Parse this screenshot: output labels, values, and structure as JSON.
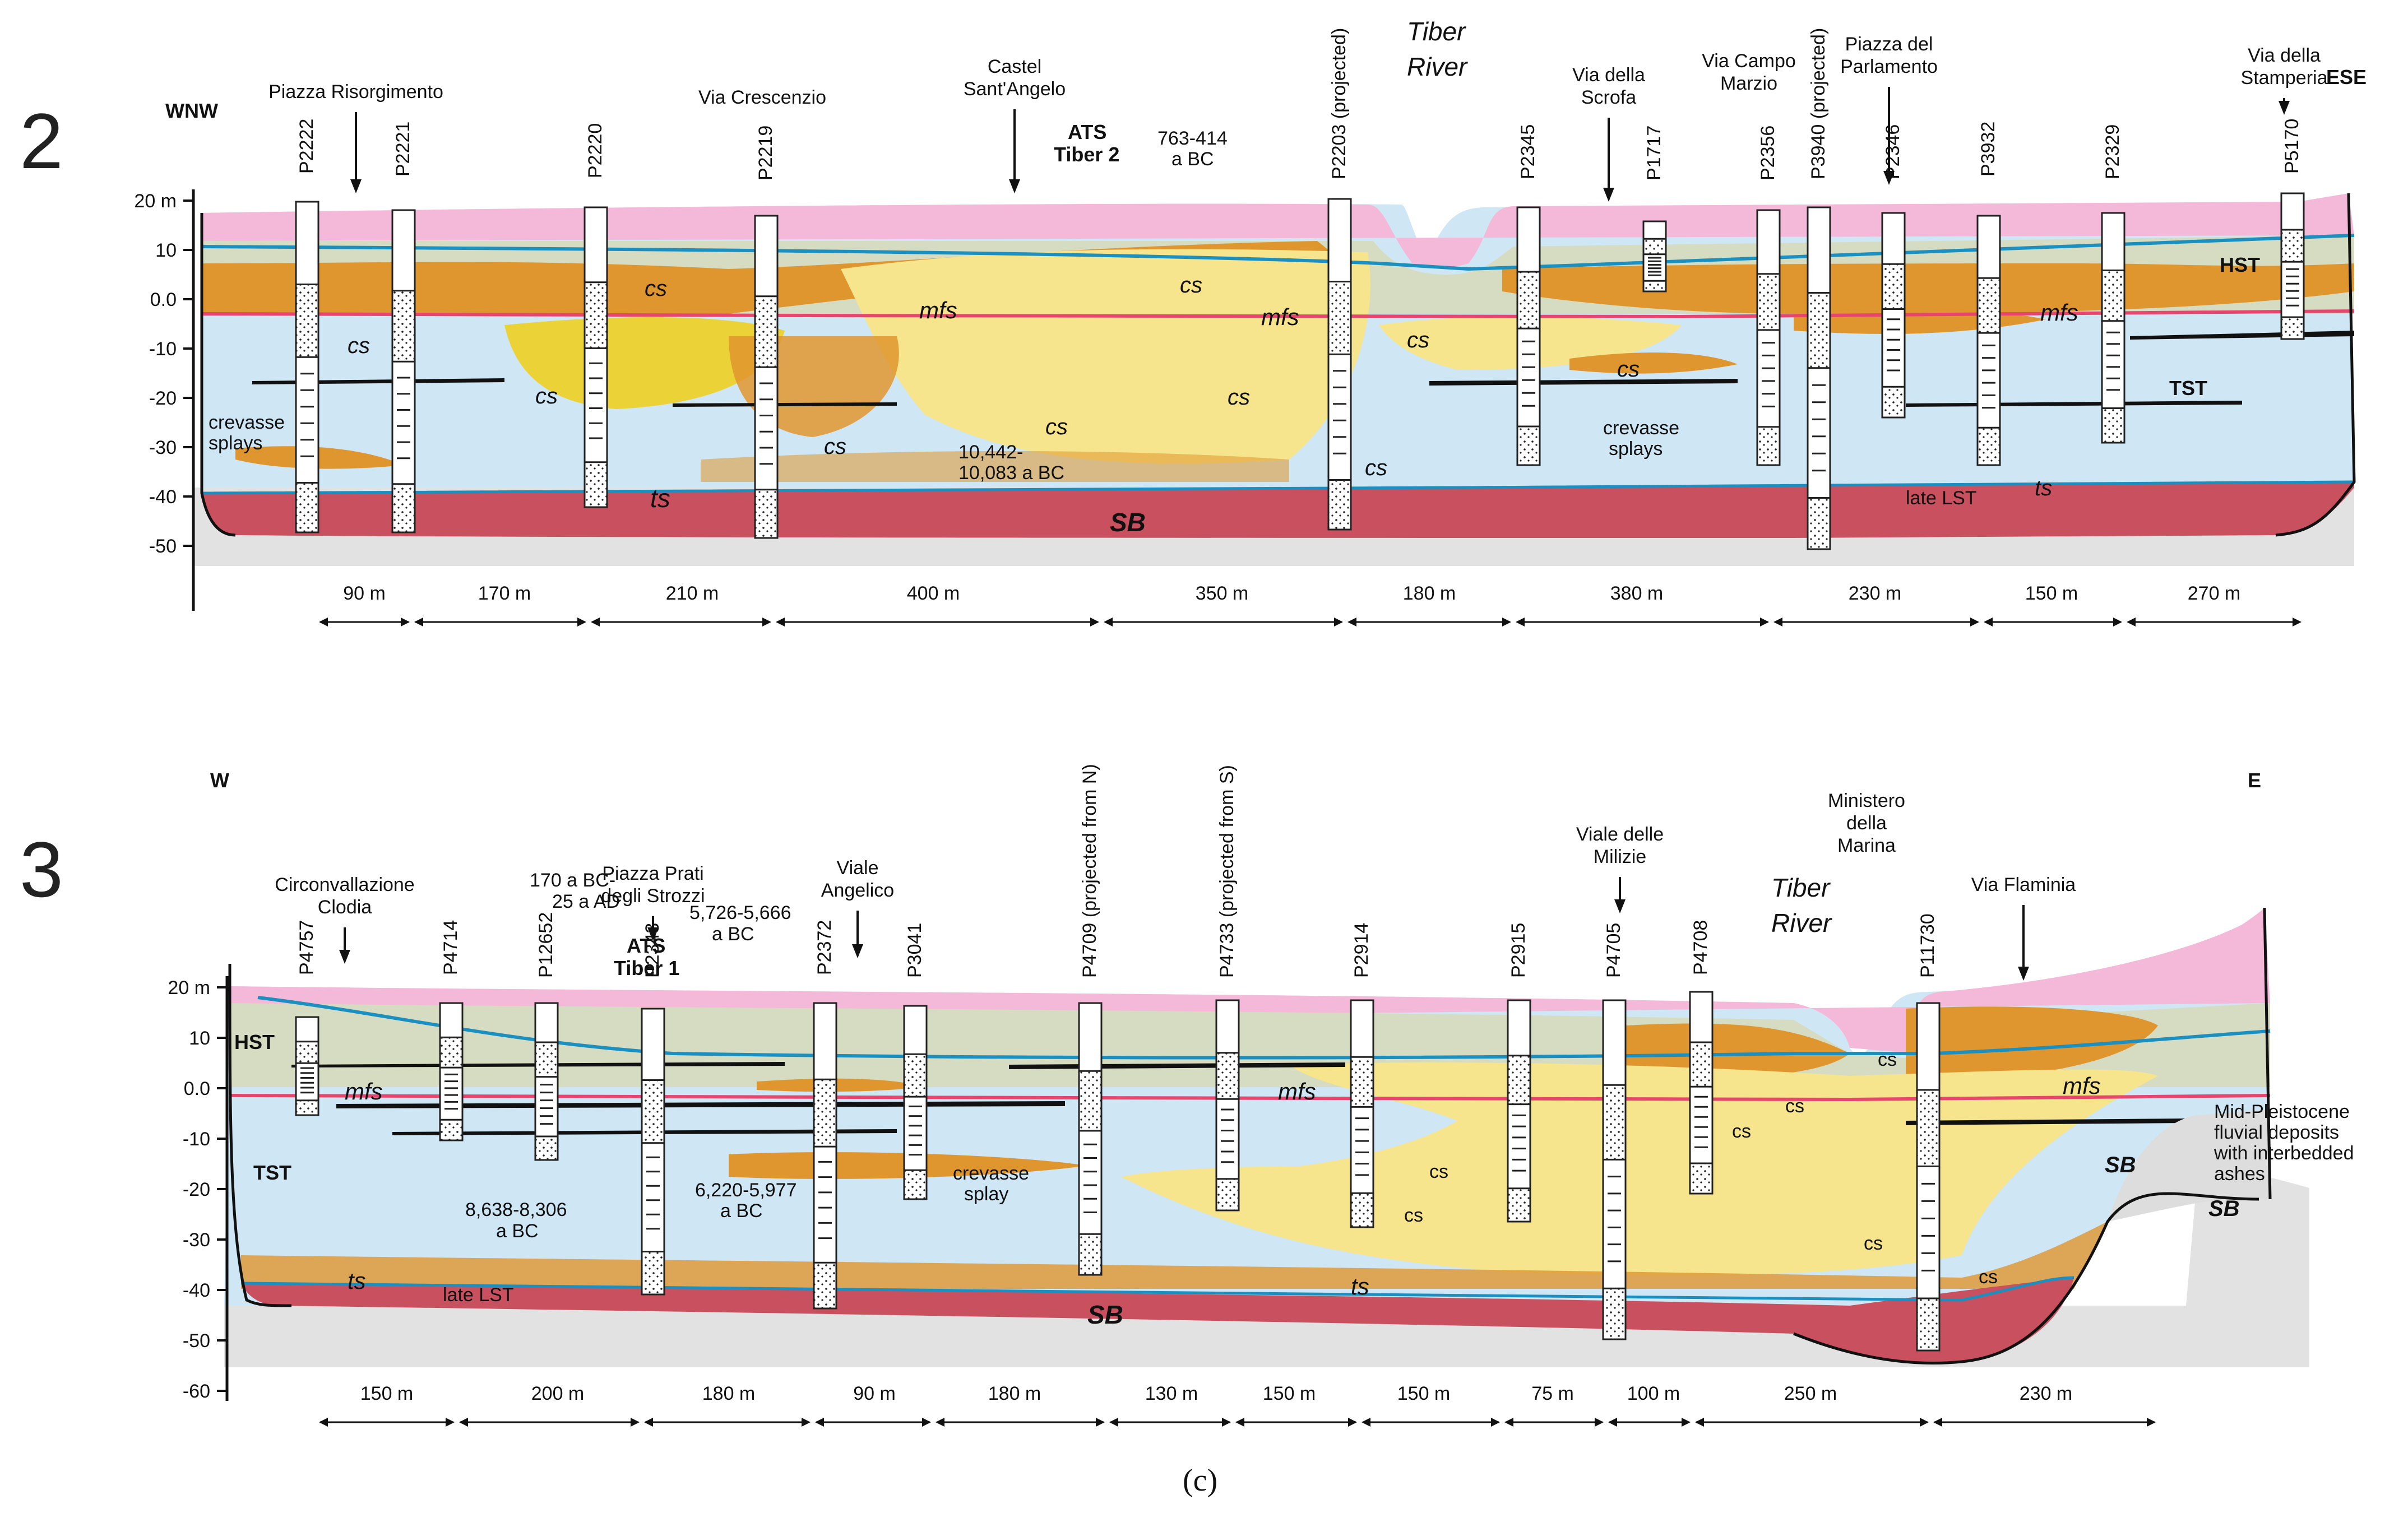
{
  "colors": {
    "pink": "#f4b8d8",
    "green": "#d6dcc2",
    "blue": "#cfe6f4",
    "orange": "#e0962e",
    "yellow": "#f6e58c",
    "yellow2": "#ead237",
    "red": "#c9505e",
    "gray": "#e2e2e2",
    "lineBlue": "#1a8fc0",
    "mfsLine": "#e8456e",
    "black": "#111111"
  },
  "caption": "(c)",
  "sections": [
    {
      "number": "2",
      "dirLeft": "WNW",
      "dirRight": "ESE",
      "depthLabels": [
        "20 m",
        "10",
        "0.0",
        "-10",
        "-20",
        "-30",
        "-40",
        "-50"
      ],
      "placeLabels": [
        {
          "lines": [
            "Piazza Risorgimento"
          ],
          "arrow": true
        },
        {
          "lines": [
            "Via Crescenzio"
          ],
          "arrow": false
        },
        {
          "lines": [
            "Castel",
            "Sant'Angelo"
          ],
          "arrow": true
        },
        {
          "lines": [
            "Via della",
            "Scrofa"
          ],
          "arrow": true
        },
        {
          "lines": [
            "Via Campo",
            "Marzio"
          ],
          "arrow": false
        },
        {
          "lines": [
            "Piazza del",
            "Parlamento"
          ],
          "arrow": true
        },
        {
          "lines": [
            "Via della",
            "Stamperia"
          ],
          "arrow": true
        }
      ],
      "river": [
        "Tiber",
        "River"
      ],
      "ats": [
        "ATS",
        "Tiber 2"
      ],
      "wells": [
        "P2222",
        "P2221",
        "P2220",
        "P2219",
        "P2203 (projected)",
        "P2345",
        "P1717",
        "P2356",
        "P3940 (projected)",
        "P2346",
        "P3932",
        "P2329",
        "P5170"
      ],
      "dates": [
        [
          "763-414",
          "a BC"
        ],
        [
          "10,442-",
          "10,083 a BC"
        ]
      ],
      "units": {
        "mfs": "mfs",
        "cs": "cs",
        "ts": "ts",
        "sb": "SB",
        "hst": "HST",
        "tst": "TST",
        "lst": "late LST",
        "crevasse": [
          "crevasse",
          "splays"
        ]
      },
      "distances": [
        "90 m",
        "170 m",
        "210 m",
        "400 m",
        "350 m",
        "180 m",
        "380 m",
        "230 m",
        "150 m",
        "270 m"
      ]
    },
    {
      "number": "3",
      "dirLeft": "W",
      "dirRight": "E",
      "depthLabels": [
        "20 m",
        "10",
        "0.0",
        "-10",
        "-20",
        "-30",
        "-40",
        "-50",
        "-60"
      ],
      "placeLabels": [
        {
          "lines": [
            "Circonvallazione",
            "Clodia"
          ],
          "arrow": true
        },
        {
          "lines": [
            "Piazza Prati",
            "degli Strozzi"
          ],
          "arrow": true
        },
        {
          "lines": [
            "Viale",
            "Angelico"
          ],
          "arrow": true
        },
        {
          "lines": [
            "Viale delle",
            "Milizie"
          ],
          "arrow": true
        },
        {
          "lines": [
            "Ministero",
            "della",
            "Marina"
          ],
          "arrow": false
        },
        {
          "lines": [
            "Via Flaminia"
          ],
          "arrow": true
        }
      ],
      "river": [
        "Tiber",
        "River"
      ],
      "ats": [
        "ATS",
        "Tiber 1"
      ],
      "wells": [
        "P4757",
        "P4714",
        "P12652",
        "P2343",
        "P2372",
        "P3041",
        "P4709 (projected from N)",
        "P4733 (projected from S)",
        "P2914",
        "P2915",
        "P4705",
        "P4708",
        "P11730"
      ],
      "dates": [
        [
          "170 a BC-",
          "25 a AD"
        ],
        [
          "5,726-5,666",
          "a BC"
        ],
        [
          "6,220-5,977",
          "a BC"
        ],
        [
          "8,638-8,306",
          "a BC"
        ]
      ],
      "units": {
        "mfs": "mfs",
        "cs": "cs",
        "ts": "ts",
        "sb": "SB",
        "hst": "HST",
        "tst": "TST",
        "lst": "late LST",
        "crevasse": [
          "crevasse",
          "splay"
        ],
        "midp": [
          "Mid-Pleistocene",
          "fluvial deposits",
          "with interbedded",
          "ashes"
        ]
      },
      "distances": [
        "150 m",
        "200 m",
        "180 m",
        "90 m",
        "180 m",
        "130 m",
        "150 m",
        "150 m",
        "75 m",
        "100 m",
        "250 m",
        "230 m"
      ]
    }
  ]
}
